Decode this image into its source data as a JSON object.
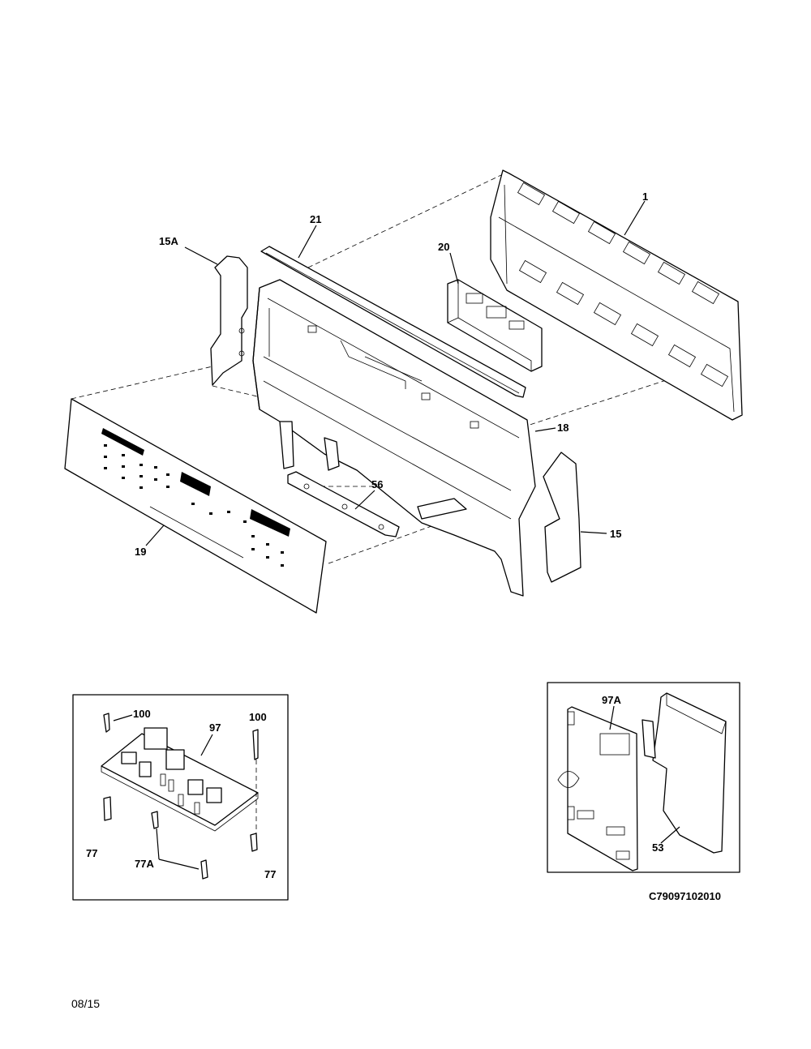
{
  "callouts": {
    "c1": "1",
    "c21": "21",
    "c15a": "15A",
    "c20": "20",
    "c18": "18",
    "c56": "56",
    "c15": "15",
    "c19": "19",
    "c100a": "100",
    "c97": "97",
    "c100b": "100",
    "c77a": "77",
    "c77A": "77A",
    "c77b": "77",
    "c97A": "97A",
    "c53": "53"
  },
  "figure_code": "C79097102010",
  "date_code": "08/15"
}
